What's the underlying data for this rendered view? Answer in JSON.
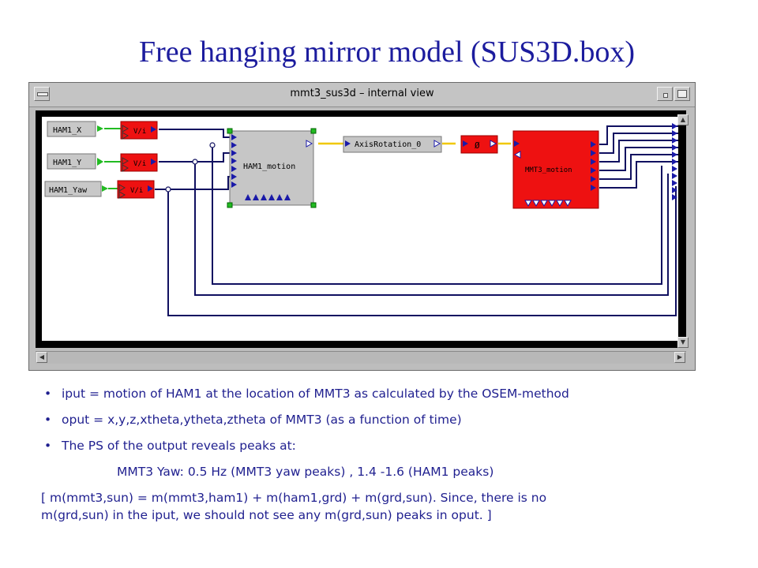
{
  "slide": {
    "title": "Free hanging mirror model (SUS3D.box)"
  },
  "window": {
    "title": "mmt3_sus3d – internal view"
  },
  "diagram": {
    "inputs": [
      "HAM1_X",
      "HAM1_Y",
      "HAM1_Yaw"
    ],
    "blocks": {
      "ham1_motion": "HAM1_motion",
      "axis_rotation": "AxisRotation_0",
      "mmt3_motion": "MMT3_motion"
    },
    "converter_glyph": "V/i",
    "rotation_glyph": "Ø",
    "colors": {
      "red_block": "#ee1111",
      "gray_block": "#c6c6c6",
      "wire_navy": "#101060",
      "wire_yellow": "#f0c800",
      "wire_green": "#22bb22",
      "port_blue": "#1a1aa8"
    }
  },
  "bullets": [
    "iput = motion of HAM1 at the location of MMT3 as calculated by the OSEM-method",
    "oput = x,y,z,xtheta,ytheta,ztheta  of MMT3 (as a function of time)",
    "The PS of the output reveals peaks at:"
  ],
  "indent_line": "MMT3 Yaw:  0.5 Hz (MMT3 yaw peaks) , 1.4 -1.6 (HAM1 peaks)",
  "note_lines": [
    "[ m(mmt3,sun) = m(mmt3,ham1) + m(ham1,grd) + m(grd,sun). Since, there is no",
    "m(grd,sun) in the iput, we should not see any m(grd,sun) peaks in oput. ]"
  ]
}
